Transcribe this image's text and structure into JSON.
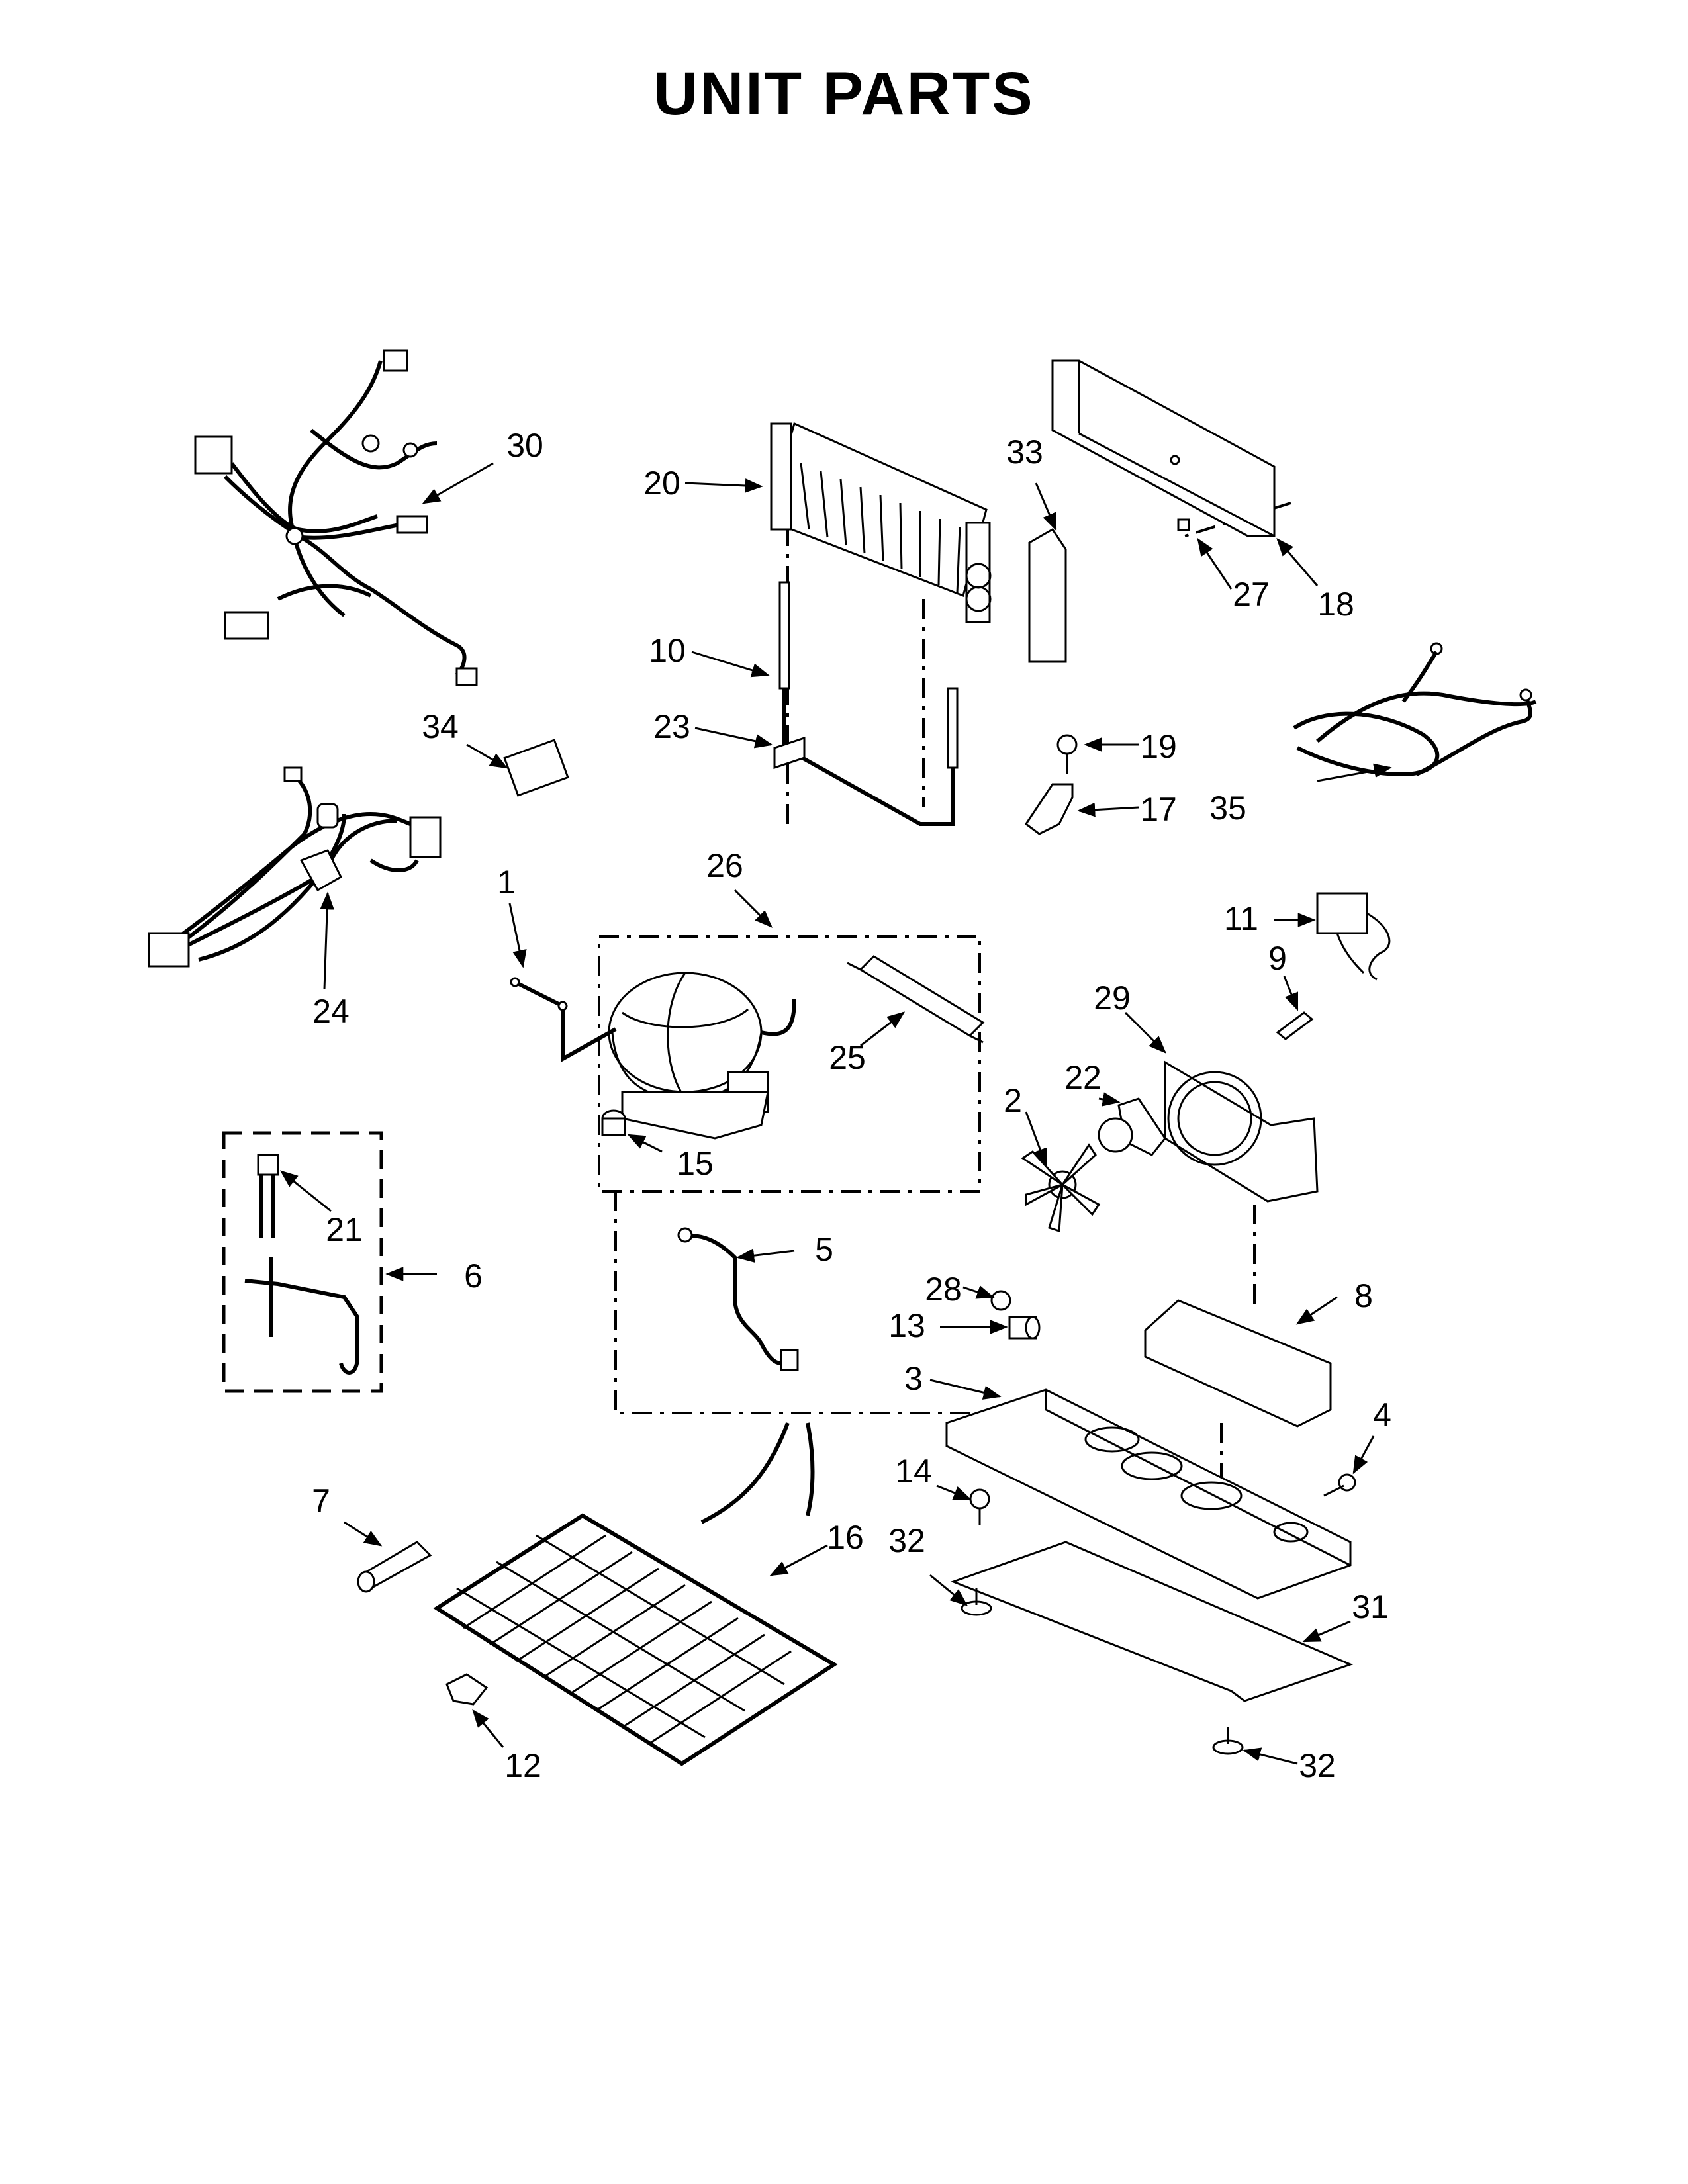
{
  "title": "UNIT PARTS",
  "callouts": [
    "1",
    "2",
    "3",
    "4",
    "5",
    "6",
    "7",
    "8",
    "9",
    "10",
    "11",
    "12",
    "13",
    "14",
    "15",
    "16",
    "17",
    "18",
    "19",
    "20",
    "21",
    "22",
    "23",
    "24",
    "25",
    "26",
    "27",
    "28",
    "29",
    "30",
    "31",
    "32",
    "33",
    "34",
    "35"
  ],
  "colors": {
    "ink": "#000000",
    "paper": "#ffffff",
    "shade": "#d9d9d9"
  }
}
